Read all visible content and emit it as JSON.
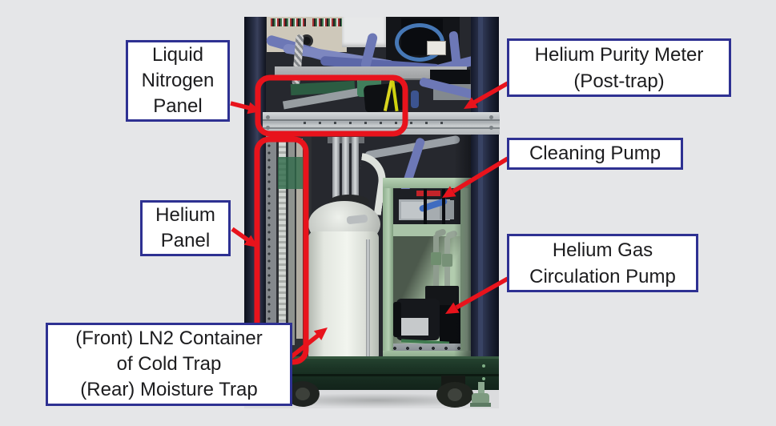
{
  "colors": {
    "page_bg": "#e5e6e8",
    "annotation_red": "#e8131c",
    "label_border": "#2e3192",
    "label_bg": "#ffffff",
    "label_text": "#1c1c1e"
  },
  "labels": {
    "liquid_nitrogen_panel": {
      "lines": [
        "Liquid",
        "Nitrogen",
        "Panel"
      ]
    },
    "helium_purity_meter": {
      "lines": [
        "Helium Purity Meter",
        "(Post-trap)"
      ]
    },
    "cleaning_pump": {
      "lines": [
        "Cleaning Pump"
      ]
    },
    "helium_panel": {
      "lines": [
        "Helium",
        "Panel"
      ]
    },
    "helium_gas_circulation_pump": {
      "lines": [
        "Helium Gas",
        "Circulation Pump"
      ]
    },
    "ln2_container": {
      "lines": [
        "(Front) LN2 Container",
        "of Cold Trap",
        "(Rear) Moisture Trap"
      ]
    }
  }
}
